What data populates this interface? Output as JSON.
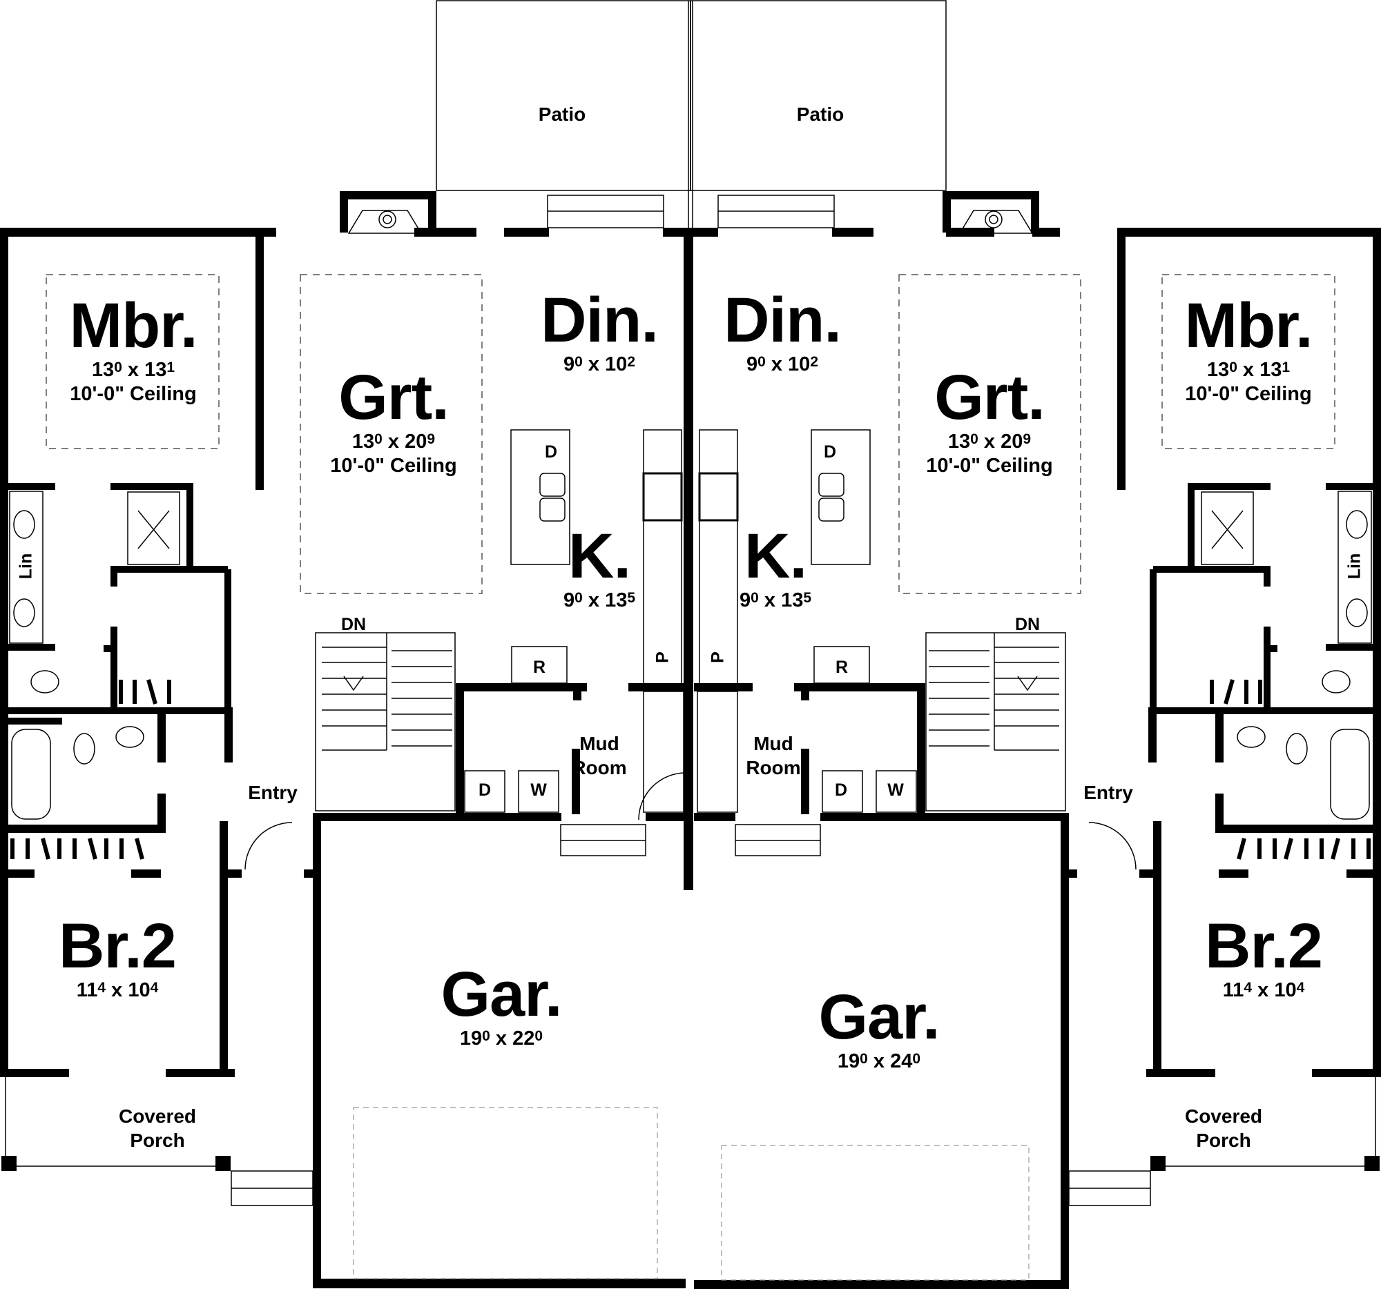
{
  "plan": {
    "title": "Duplex Floor Plan",
    "wall_color": "#000000",
    "background": "#ffffff",
    "units": [
      {
        "side": "left",
        "rooms": {
          "patio": {
            "name": "Patio"
          },
          "master_bedroom": {
            "name": "Mbr.",
            "dim_a": "13",
            "dim_a_in": "0",
            "dim_b": "13",
            "dim_b_in": "1",
            "ceiling": "10'-0\" Ceiling"
          },
          "great_room": {
            "name": "Grt.",
            "dim_a": "13",
            "dim_a_in": "0",
            "dim_b": "20",
            "dim_b_in": "9",
            "ceiling": "10'-0\" Ceiling"
          },
          "dining": {
            "name": "Din.",
            "dim_a": "9",
            "dim_a_in": "0",
            "dim_b": "10",
            "dim_b_in": "2"
          },
          "kitchen": {
            "name": "K.",
            "dim_a": "9",
            "dim_a_in": "0",
            "dim_b": "13",
            "dim_b_in": "5"
          },
          "mud_room": {
            "line1": "Mud",
            "line2": "Room"
          },
          "entry": {
            "name": "Entry"
          },
          "bedroom_2": {
            "name": "Br.2",
            "dim_a": "11",
            "dim_a_in": "4",
            "dim_b": "10",
            "dim_b_in": "4"
          },
          "garage": {
            "name": "Gar.",
            "dim_a": "19",
            "dim_a_in": "0",
            "dim_b": "22",
            "dim_b_in": "0"
          },
          "covered_porch": {
            "line1": "Covered",
            "line2": "Porch"
          }
        },
        "appliances": {
          "dishwasher": "D",
          "refrigerator": "R",
          "pantry": "P",
          "dryer": "D",
          "washer": "W",
          "linen": "Lin",
          "stairs": "DN"
        }
      },
      {
        "side": "right",
        "rooms": {
          "patio": {
            "name": "Patio"
          },
          "master_bedroom": {
            "name": "Mbr.",
            "dim_a": "13",
            "dim_a_in": "0",
            "dim_b": "13",
            "dim_b_in": "1",
            "ceiling": "10'-0\" Ceiling"
          },
          "great_room": {
            "name": "Grt.",
            "dim_a": "13",
            "dim_a_in": "0",
            "dim_b": "20",
            "dim_b_in": "9",
            "ceiling": "10'-0\" Ceiling"
          },
          "dining": {
            "name": "Din.",
            "dim_a": "9",
            "dim_a_in": "0",
            "dim_b": "10",
            "dim_b_in": "2"
          },
          "kitchen": {
            "name": "K.",
            "dim_a": "9",
            "dim_a_in": "0",
            "dim_b": "13",
            "dim_b_in": "5"
          },
          "mud_room": {
            "line1": "Mud",
            "line2": "Room"
          },
          "entry": {
            "name": "Entry"
          },
          "bedroom_2": {
            "name": "Br.2",
            "dim_a": "11",
            "dim_a_in": "4",
            "dim_b": "10",
            "dim_b_in": "4"
          },
          "garage": {
            "name": "Gar.",
            "dim_a": "19",
            "dim_a_in": "0",
            "dim_b": "24",
            "dim_b_in": "0"
          },
          "covered_porch": {
            "line1": "Covered",
            "line2": "Porch"
          }
        },
        "appliances": {
          "dishwasher": "D",
          "refrigerator": "R",
          "pantry": "P",
          "dryer": "D",
          "washer": "W",
          "linen": "Lin",
          "stairs": "DN"
        }
      }
    ]
  }
}
